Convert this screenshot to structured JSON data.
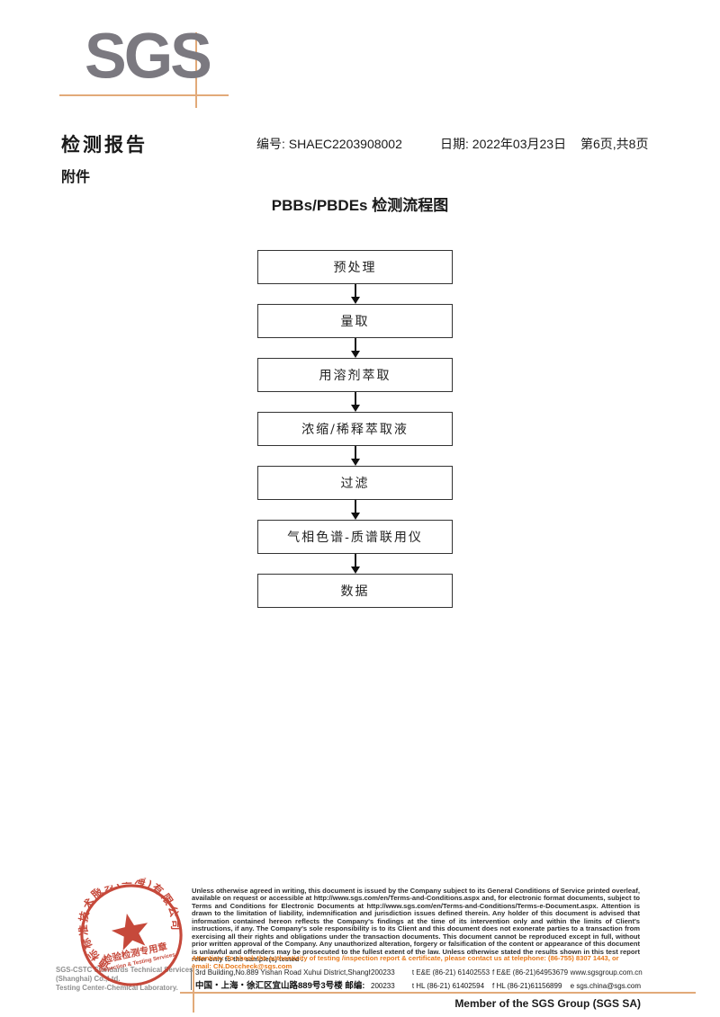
{
  "header": {
    "logo_text": "SGS",
    "report_title": "检测报告",
    "report_no": "编号: SHAEC2203908002",
    "date": "日期: 2022年03月23日",
    "page_info": "第6页,共8页",
    "attachment_label": "附件"
  },
  "flowchart": {
    "title": "PBBs/PBDEs 检测流程图",
    "steps": [
      "预处理",
      "量取",
      "用溶剂萃取",
      "浓缩/稀释萃取液",
      "过滤",
      "气相色谱-质谱联用仪",
      "数据"
    ]
  },
  "stamp": {
    "ring_text": "通标标准技术服务(上海)有限公司",
    "seal_title": "检验检测专用章",
    "seal_subtitle": "Inspection & Testing Services",
    "company_line1": "SGS-CSTC Standards Technical Services (Shanghai) Co.,Ltd.",
    "company_line2": "Testing Center-Chemical Laboratory.",
    "seal_color": "#c23a2b"
  },
  "footer": {
    "disclaimer": "Unless otherwise agreed in writing, this document is issued by the Company subject to its General Conditions of Service printed overleaf, available on request or accessible at http://www.sgs.com/en/Terms-and-Conditions.aspx and, for electronic format documents, subject to Terms and Conditions for Electronic Documents at http://www.sgs.com/en/Terms-and-Conditions/Terms-e-Document.aspx. Attention is drawn to the limitation of liability, indemnification and jurisdiction issues defined therein. Any holder of this document is advised that information contained hereon reflects the Company's findings at the time of its intervention only and within the limits of Client's instructions, if any. The Company's sole responsibility is to its Client and this document does not exonerate parties to a transaction from exercising all their rights and obligations under the transaction documents. This document cannot be reproduced except in full, without prior written approval of the Company. Any unauthorized alteration, forgery or falsification of the content or appearance of this document is unlawful and offenders may be prosecuted to the fullest extent of the law. Unless otherwise stated the results shown in this test report refer only to the sample(s) tested .",
    "attention": "Attention: To check the authenticity of testing /inspection report & certificate, please contact us at telephone: (86-755) 8307 1443, or email: CN.Doccheck@sgs.com",
    "address_en": {
      "text": "3rd Building,No.889 Yishan Road Xuhui District,Shanghai China",
      "zip": "200233",
      "tel": "t E&E (86-21) 61402553",
      "fax": "f E&E (86-21)64953679",
      "web": "www.sgsgroup.com.cn"
    },
    "address_cn": {
      "text": "中国・上海・徐汇区宜山路889号3号楼   邮编:",
      "zip": "200233",
      "tel": "t HL (86-21) 61402594",
      "fax": "f HL (86-21)61156899",
      "web": "e  sgs.china@sgs.com"
    },
    "member": "Member of the SGS Group (SGS SA)"
  },
  "colors": {
    "logo_grey": "#7b7980",
    "accent_tan": "#e2aa79",
    "attention_orange": "#e87818",
    "seal_red": "#c23a2b"
  }
}
